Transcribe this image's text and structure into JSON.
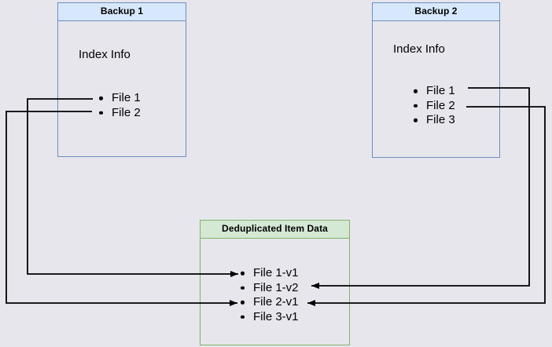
{
  "backup1": {
    "title": "Backup 1",
    "subtitle": "Index Info",
    "files": [
      "File 1",
      "File 2"
    ]
  },
  "backup2": {
    "title": "Backup 2",
    "subtitle": "Index Info",
    "files": [
      "File 1",
      "File 2",
      "File 3"
    ]
  },
  "dedup": {
    "title": "Deduplicated Item Data",
    "items": [
      "File 1-v1",
      "File 1-v2",
      "File 2-v1",
      "File 3-v1"
    ]
  },
  "connections": [
    {
      "from": "Backup 1 / File 1",
      "to": "File 1-v1"
    },
    {
      "from": "Backup 1 / File 2",
      "to": "File 2-v1"
    },
    {
      "from": "Backup 2 / File 1",
      "to": "File 1-v2"
    },
    {
      "from": "Backup 2 / File 2",
      "to": "File 2-v1"
    }
  ],
  "colors": {
    "background": "#e7e6ed",
    "node_blue_fill": "#d7e8fc",
    "node_blue_border": "#6c8ebf",
    "node_green_fill": "#d5e8d4",
    "node_green_border": "#82b366",
    "arrow": "#000000",
    "text": "#000000"
  }
}
